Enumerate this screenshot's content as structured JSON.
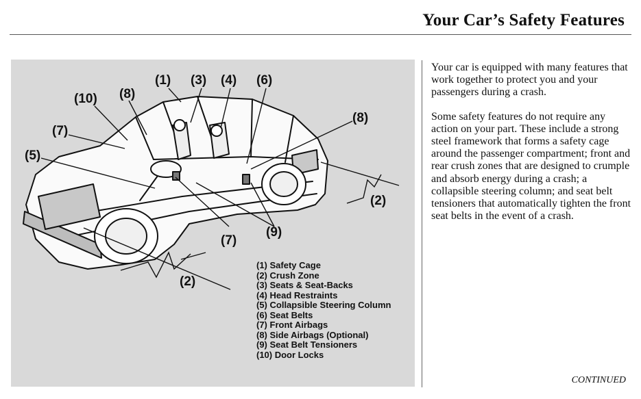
{
  "header": {
    "title": "Your Car’s Safety Features"
  },
  "figure": {
    "callouts": {
      "safety_cage": "(1)",
      "seats": "(3)",
      "head_restraints": "(4)",
      "seat_belts": "(6)",
      "door_locks": "(10)",
      "side_airbag_left": "(8)",
      "side_airbag_right": "(8)",
      "front_airbags_left": "(7)",
      "front_airbags_bottom": "(7)",
      "steering_column": "(5)",
      "crush_zone_rear": "(2)",
      "crush_zone_front": "(2)",
      "tensioners": "(9)"
    },
    "legend": [
      "(1) Safety Cage",
      "(2) Crush Zone",
      "(3) Seats & Seat-Backs",
      "(4) Head Restraints",
      "(5) Collapsible Steering Column",
      "(6) Seat Belts",
      "(7) Front Airbags",
      "(8) Side Airbags (Optional)",
      "(9) Seat Belt Tensioners",
      "(10) Door Locks"
    ]
  },
  "body": {
    "paragraphs": [
      "Your car is equipped with many features that work together to protect you and your passengers during a crash.",
      "Some safety features do not require any action on your part. These include a strong steel framework that forms a safety cage around the passenger compartment; front and rear crush zones that are designed to crumple and absorb energy during a crash; a collapsible steering column; and seat belt tensioners that automatically tighten the front seat belts in the event of a crash."
    ]
  },
  "footer": {
    "continued": "CONTINUED"
  }
}
